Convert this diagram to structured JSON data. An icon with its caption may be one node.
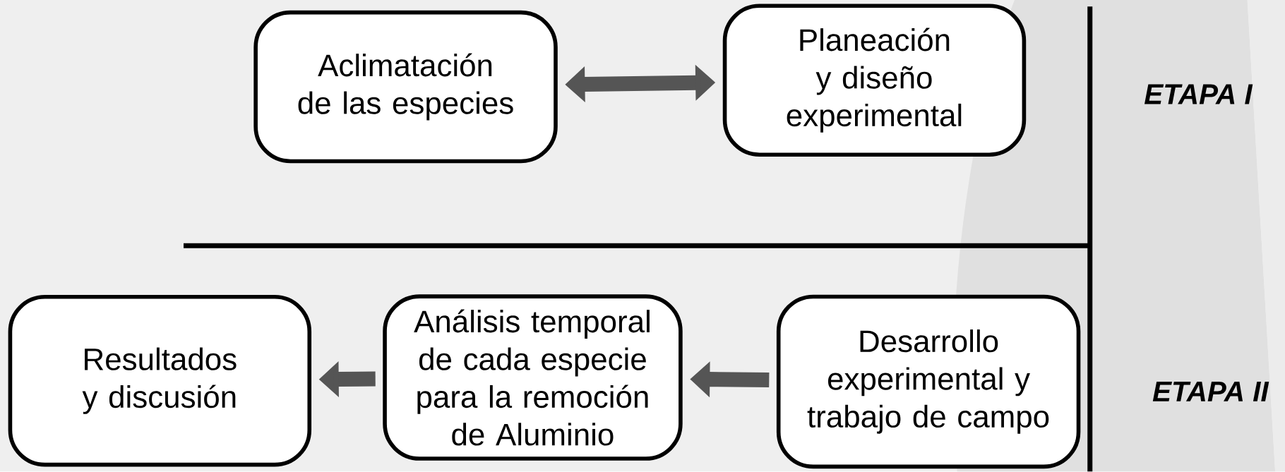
{
  "diagram": {
    "nodes": [
      {
        "text": [
          "Aclimatación de las especies"
        ]
      },
      {
        "text": [
          "Planeación y diseño experimental"
        ]
      },
      {
        "text": [
          "Resultados y discusión"
        ]
      },
      {
        "text": [
          "Análisis temporal de cada especie para la remoción de Aluminio"
        ]
      },
      {
        "text": [
          "Desarrollo experimental y trabajo de campo"
        ]
      }
    ],
    "edges": [
      {
        "from": 0,
        "to": 1,
        "arrow": "both"
      },
      {
        "from": 3,
        "to": 2,
        "arrow": "to"
      },
      {
        "from": 4,
        "to": 3,
        "arrow": "to"
      }
    ],
    "labels": [
      "ETAPA I",
      "ETAPA II"
    ]
  }
}
